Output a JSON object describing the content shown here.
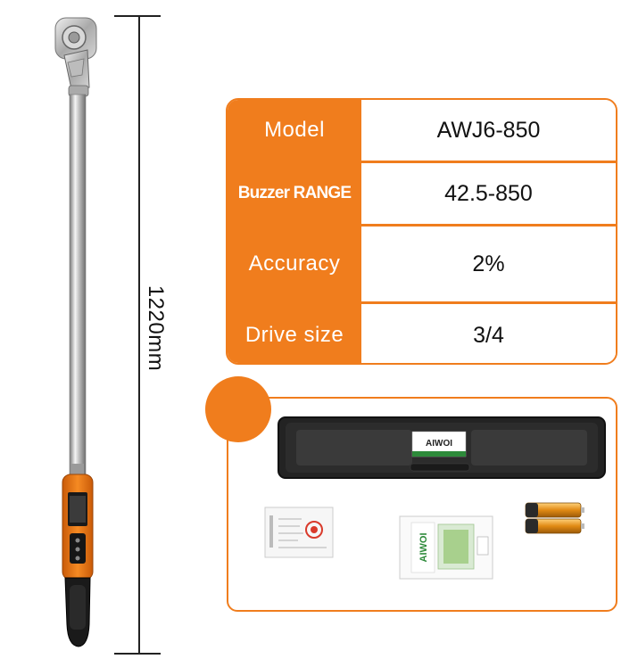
{
  "dimension": {
    "length_label": "1220mm"
  },
  "spec_table": {
    "rows": [
      {
        "key": "Model",
        "value": "AWJ6-850"
      },
      {
        "key": "Buzzer RANGE",
        "value": "42.5-850"
      },
      {
        "key": "Accuracy",
        "value": "2%"
      },
      {
        "key": "Drive size",
        "value": "3/4"
      }
    ]
  },
  "accessories": {
    "case_brand": "AIWOI",
    "certificate_brand": "AIWOI"
  },
  "colors": {
    "accent": "#f07d1d",
    "case": "#222222",
    "handle": "#1a1a1a",
    "shaft": "#c9c9c9"
  }
}
